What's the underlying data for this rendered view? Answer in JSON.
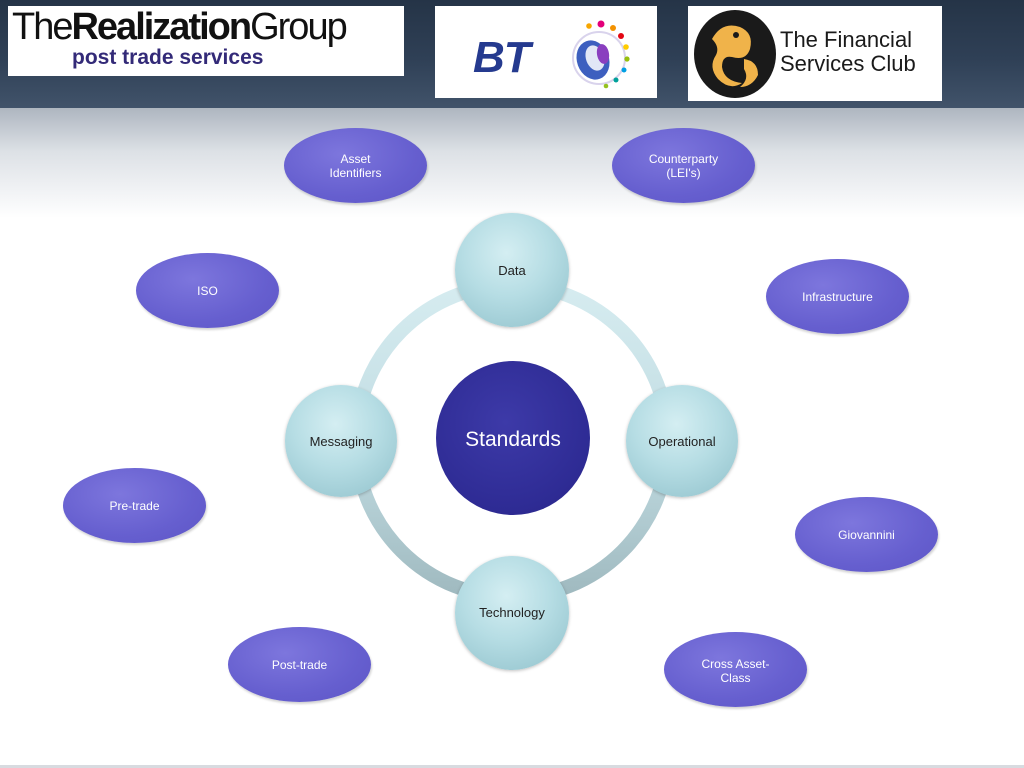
{
  "logos": {
    "realization": {
      "name_light": "The",
      "name_bold": "Realization",
      "name_end": "Group",
      "tagline": "post trade services"
    },
    "bt": {
      "text": "BT"
    },
    "fsc": {
      "line1": "The Financial",
      "line2": "Services Club"
    }
  },
  "diagram": {
    "center": "Standards",
    "satellites": {
      "data": "Data",
      "messaging": "Messaging",
      "operational": "Operational",
      "technology": "Technology"
    },
    "ovals": {
      "asset_identifiers": [
        "Asset",
        "Identifiers"
      ],
      "counterparty": [
        "Counterparty",
        "(LEI's)"
      ],
      "iso": "ISO",
      "infrastructure": "Infrastructure",
      "pre_trade": "Pre-trade",
      "giovannini": "Giovannini",
      "post_trade": "Post-trade",
      "cross_asset": [
        "Cross Asset-",
        "Class"
      ]
    }
  },
  "colors": {
    "oval": "#665fcf",
    "center": "#2e2b94",
    "satellite": "#b6dde4",
    "ring": "#c2dde3",
    "header": "#2f4056"
  }
}
